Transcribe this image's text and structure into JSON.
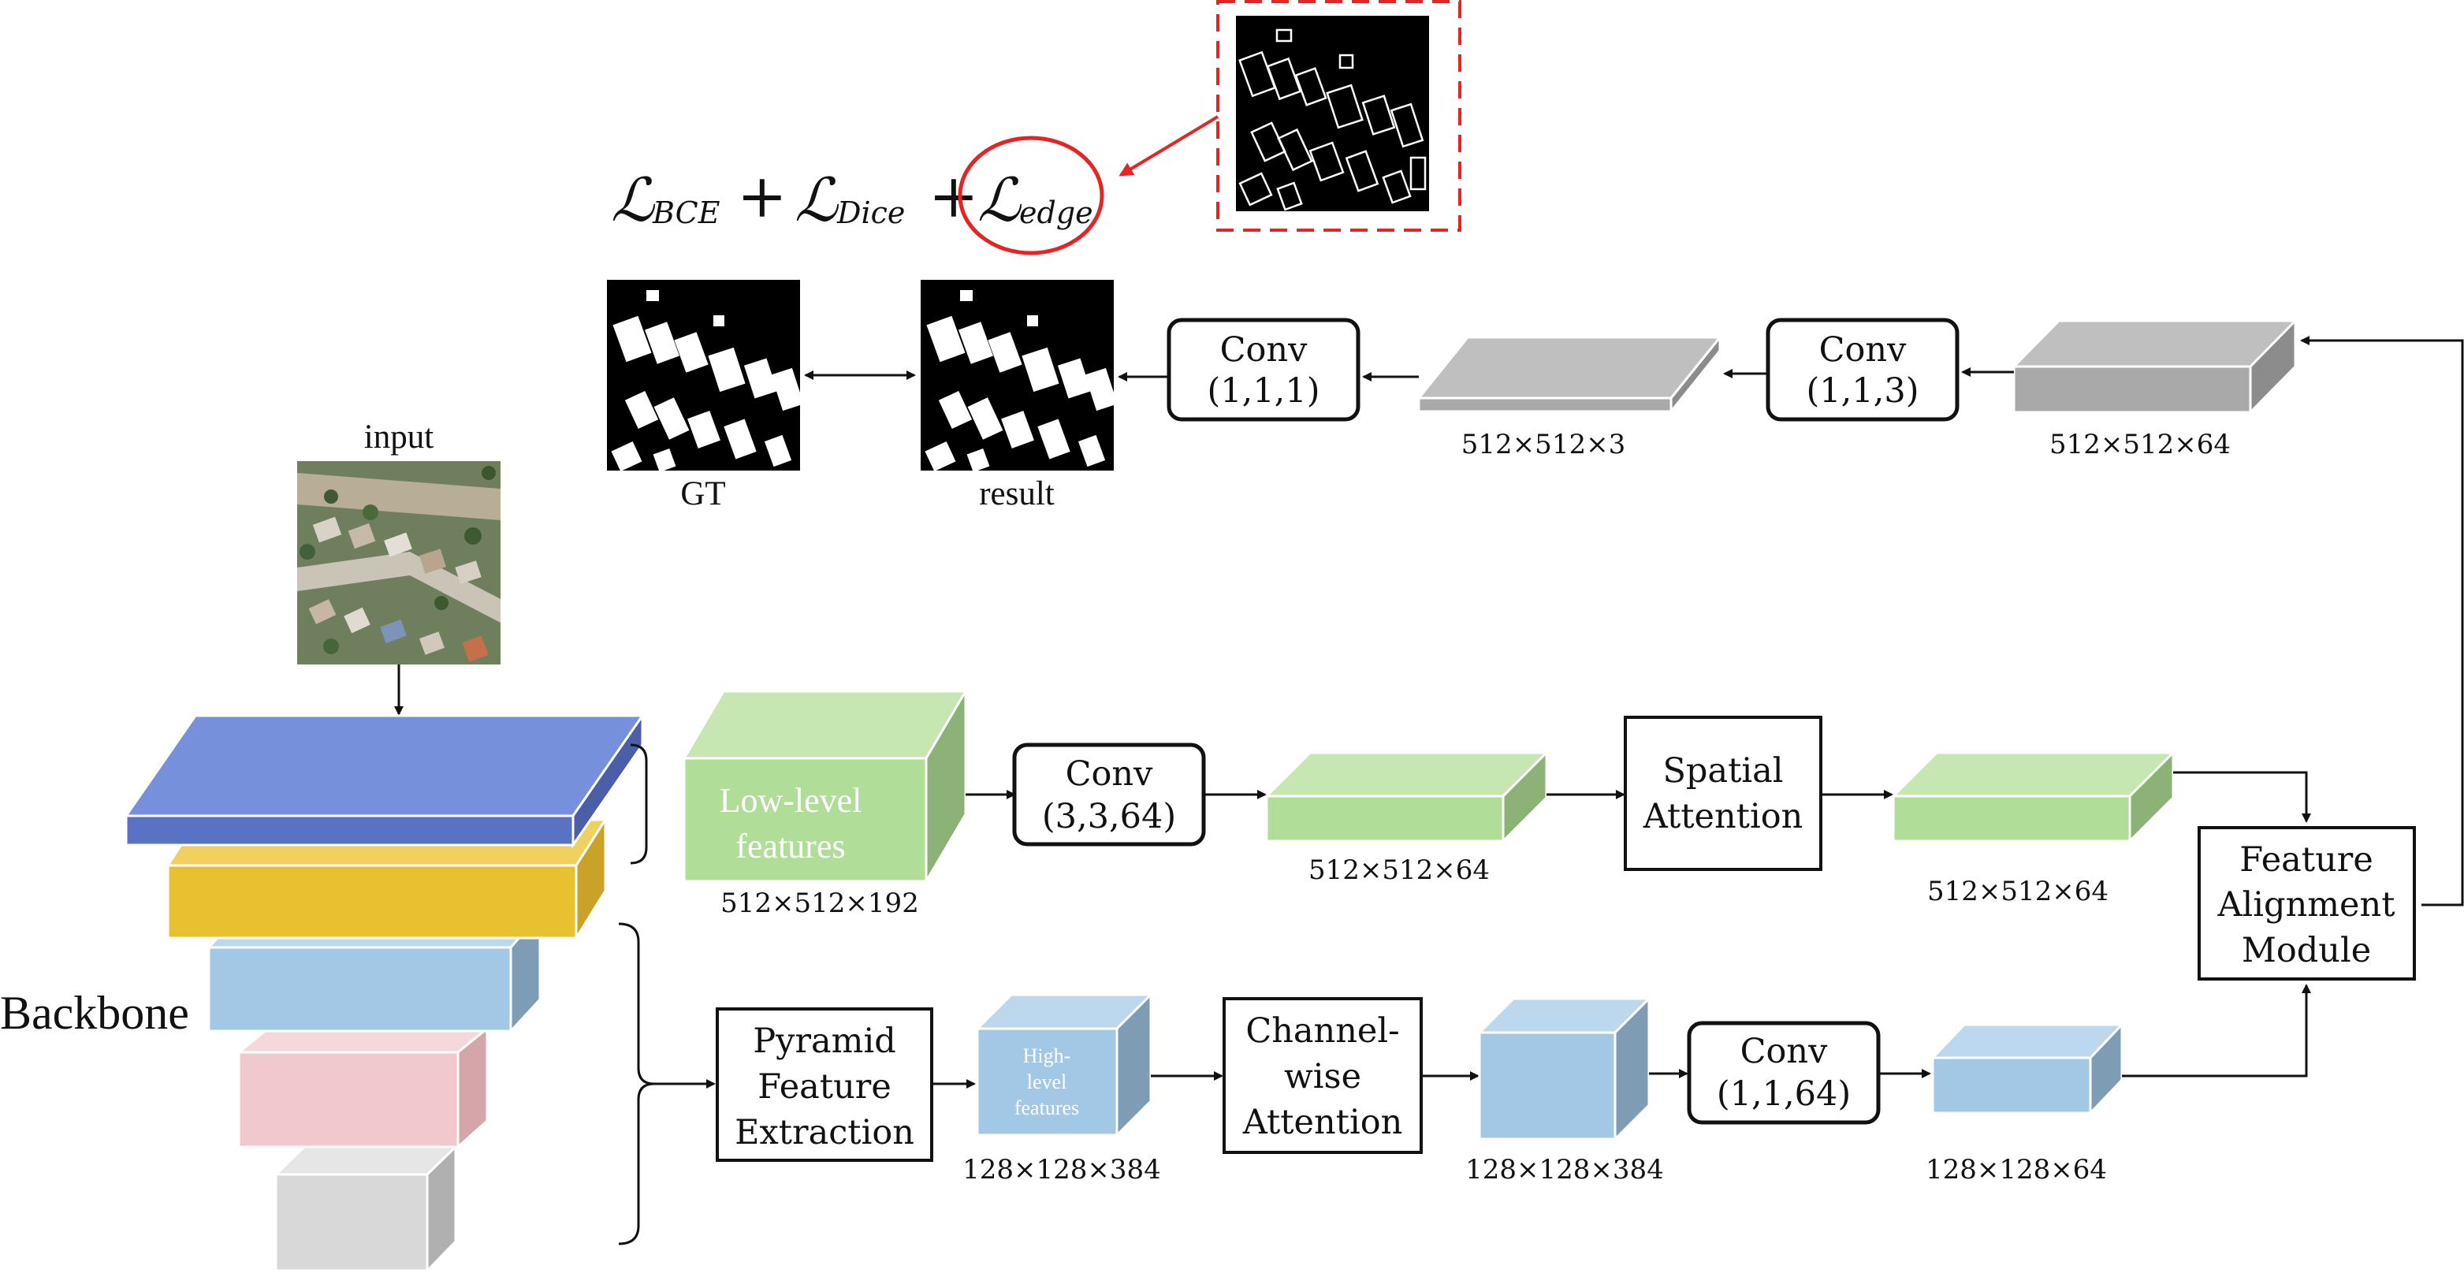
{
  "title": "Building segmentation network architecture",
  "colors": {
    "blue": "#7690dc",
    "yellow": "#e8c131",
    "light_blue": "#a3c8e6",
    "pink": "#f1c9cd",
    "gray": "#d8d8d8",
    "green": "#b0dd97",
    "feature_gray": "#a8a8a8",
    "red": "#e52424"
  },
  "labels": {
    "input": "input",
    "backbone": "Backbone",
    "low_level_line1": "Low-level",
    "low_level_line2": "features",
    "low_level_size": "512×512×192",
    "high_level_line1": "High-",
    "high_level_line2": "level",
    "high_level_line3": "features",
    "high_level_size": "128×128×384",
    "gt": "GT",
    "result": "result",
    "conv_top_left_line1": "Conv",
    "conv_top_left_line2": "(1,1,1)",
    "conv_top_right_line1": "Conv",
    "conv_top_right_line2": "(1,1,3)",
    "size_top_mid": "512×512×3",
    "size_top_right": "512×512×64",
    "conv_mid_line1": "Conv",
    "conv_mid_line2": "(3,3,64)",
    "size_mid1": "512×512×64",
    "spatial_line1": "Spatial",
    "spatial_line2": "Attention",
    "size_mid2": "512×512×64",
    "fam_line1": "Feature",
    "fam_line2": "Alignment",
    "fam_line3": "Module",
    "pyramid_line1": "Pyramid",
    "pyramid_line2": "Feature",
    "pyramid_line3": "Extraction",
    "channel_line1": "Channel-",
    "channel_line2": "wise",
    "channel_line3": "Attention",
    "size_bot1": "128×128×384",
    "conv_bot_line1": "Conv",
    "conv_bot_line2": "(1,1,64)",
    "size_bot2": "128×128×64"
  },
  "equation": {
    "L": "ℒ",
    "bce": "BCE",
    "dice": "Dice",
    "edge": "edge",
    "plus": "+"
  }
}
